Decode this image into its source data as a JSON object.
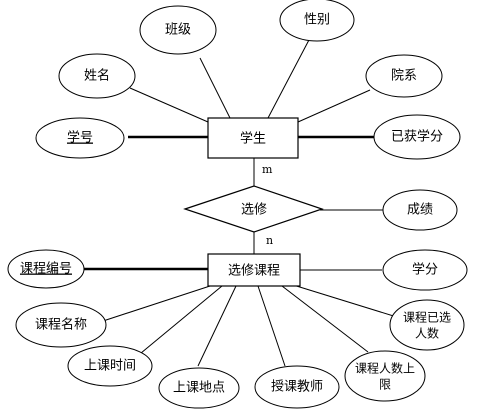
{
  "entities": {
    "student": {
      "label": "学生"
    },
    "course": {
      "label": "选修课程"
    }
  },
  "relationship": {
    "label": "选修"
  },
  "cardinality": {
    "student_side": "m",
    "course_side": "n"
  },
  "student_attributes": {
    "class": {
      "label": "班级"
    },
    "gender": {
      "label": "性别"
    },
    "name": {
      "label": "姓名"
    },
    "department": {
      "label": "院系"
    },
    "student_id": {
      "label": "学号",
      "key": true
    },
    "earned_credits": {
      "label": "已获学分"
    }
  },
  "relationship_attributes": {
    "grade": {
      "label": "成绩"
    }
  },
  "course_attributes": {
    "course_id": {
      "label": "课程编号",
      "key": true
    },
    "credits": {
      "label": "学分"
    },
    "course_name": {
      "label": "课程名称"
    },
    "enrolled_line1": {
      "label": "课程已选"
    },
    "enrolled_line2": {
      "label": "人数"
    },
    "time": {
      "label": "上课时间"
    },
    "location": {
      "label": "上课地点"
    },
    "teacher": {
      "label": "授课教师"
    },
    "capacity_line1": {
      "label": "课程人数上"
    },
    "capacity_line2": {
      "label": "限"
    }
  }
}
